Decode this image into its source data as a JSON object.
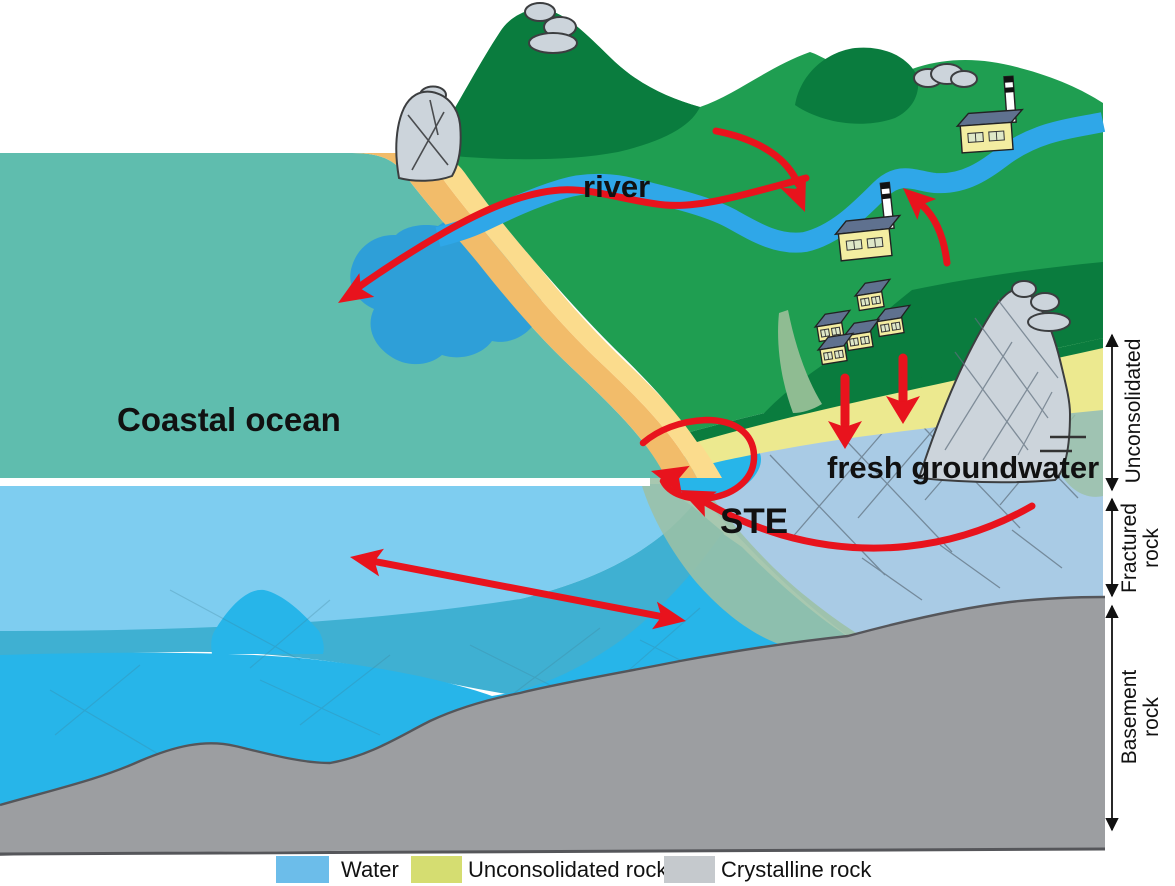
{
  "palette": {
    "ocean_teal": "#5fbdae",
    "plume_blue": "#2e9fd8",
    "river_blue": "#2fa7e8",
    "sea_light": "#7ecdf0",
    "sea_mid": "#3fb0d2",
    "sea_cyan": "#27b5e9",
    "fresh_groundwater": "#a9cbe5",
    "mixing_sage": "#9cc0a5",
    "basement_gray": "#9c9ea1",
    "crystalline_gray": "#ccd4db",
    "sand_outer": "#f2bc6a",
    "sand_inner": "#fbdc8d",
    "unconsolidated_band": "#ece98f",
    "land_green": "#1f9e51",
    "land_dark_green": "#0a7c3e",
    "slope_sage": "#8fbc92",
    "arrow_red": "#e8131d",
    "house_wall": "#f3eda1",
    "house_roof": "#5f718f",
    "outline_dark": "#3c3e40",
    "text_color": "#111111",
    "white": "#ffffff"
  },
  "labels": {
    "river": "river",
    "coastal_ocean": "Coastal ocean",
    "fresh_groundwater": "fresh groundwater",
    "ste": "STE"
  },
  "strata_scale": {
    "unconsolidated": "Unconsolidated",
    "fractured_line1": "Fractured",
    "fractured_line2": "rock",
    "basement_line1": "Basement",
    "basement_line2": "rock"
  },
  "legend": {
    "items": [
      {
        "label": "Water",
        "color": "#6cbdea"
      },
      {
        "label": "Unconsolidated rock",
        "color": "#d5dd71"
      },
      {
        "label": "Crystalline rock",
        "color": "#c5c9cd"
      }
    ]
  }
}
